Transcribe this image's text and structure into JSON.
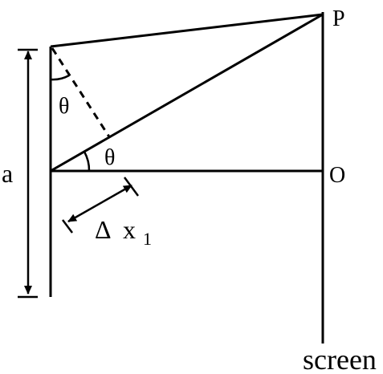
{
  "labels": {
    "point_p": "P",
    "point_o": "O",
    "aperture": "a",
    "angle_upper": "θ",
    "angle_lower": "θ",
    "path_diff_symbol": "Δ",
    "path_diff_var": "x",
    "path_diff_sub": "1",
    "screen": "screen"
  },
  "colors": {
    "stroke": "#000000",
    "background": "#ffffff"
  }
}
